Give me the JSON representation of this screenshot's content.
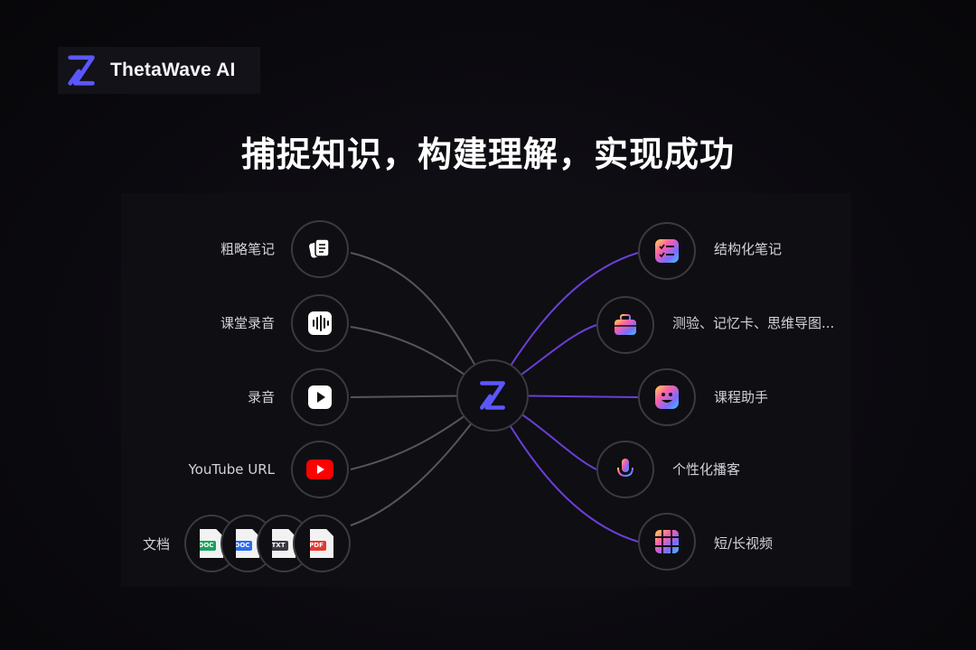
{
  "brand": {
    "name": "ThetaWave AI",
    "accent": "#5b57ff"
  },
  "headline": "捕捉知识，构建理解，实现成功",
  "inputs": [
    {
      "label": "粗略笔记",
      "icon": "notes-icon"
    },
    {
      "label": "课堂录音",
      "icon": "waveform-icon"
    },
    {
      "label": "录音",
      "icon": "play-icon"
    },
    {
      "label": "YouTube URL",
      "icon": "youtube-icon"
    },
    {
      "label": "文档",
      "icon": "document-icons"
    }
  ],
  "documents": [
    {
      "tag": "DOC",
      "color": "#1aa35b"
    },
    {
      "tag": "DOC",
      "color": "#2a6df0"
    },
    {
      "tag": "TXT",
      "color": "#3a3a44"
    },
    {
      "tag": "PDF",
      "color": "#e23a32"
    }
  ],
  "outputs": [
    {
      "label": "结构化笔记",
      "icon": "checklist-icon"
    },
    {
      "label": "测验、记忆卡、思维导图...",
      "icon": "briefcase-icon"
    },
    {
      "label": "课程助手",
      "icon": "smiley-icon"
    },
    {
      "label": "个性化播客",
      "icon": "microphone-icon"
    },
    {
      "label": "短/长视频",
      "icon": "film-grid-icon"
    }
  ],
  "colors": {
    "line_input": "#55555c",
    "line_output": "#6a3fd6"
  }
}
